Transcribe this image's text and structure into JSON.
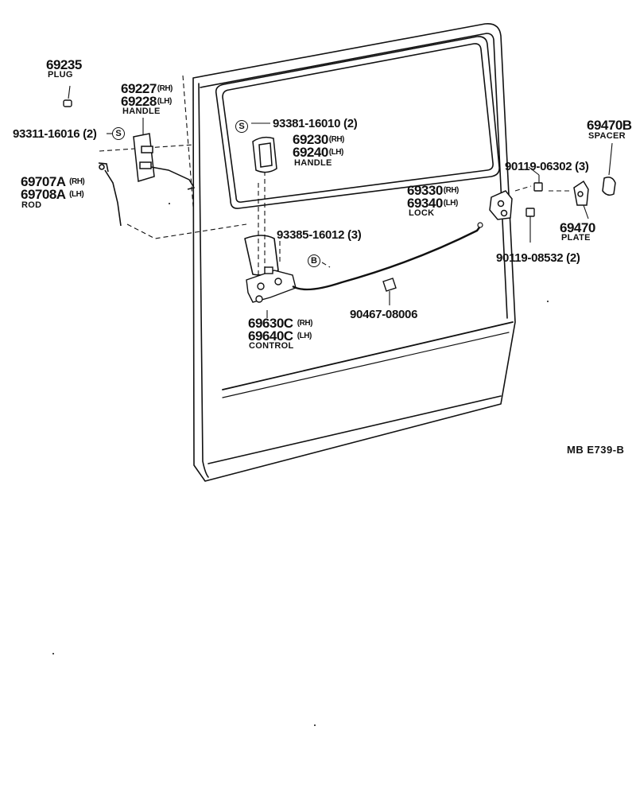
{
  "parts": {
    "plug": {
      "number": "69235",
      "name": "PLUG"
    },
    "handle_outer": {
      "rh": "69227",
      "lh": "69228",
      "name": "HANDLE"
    },
    "screw_handle": {
      "number": "93311-16016",
      "qty": "(2)",
      "mark": "S"
    },
    "rod": {
      "rh": "69707A",
      "lh": "69708A",
      "name": "ROD"
    },
    "screw_inner": {
      "number": "93381-16010",
      "qty": "(2)",
      "mark": "S"
    },
    "handle_inner": {
      "rh": "69230",
      "lh": "69240",
      "name": "HANDLE"
    },
    "spacer": {
      "number": "69470B",
      "name": "SPACER"
    },
    "bolt_lock": {
      "number": "90119-06302",
      "qty": "(3)"
    },
    "lock": {
      "rh": "69330",
      "lh": "69340",
      "name": "LOCK"
    },
    "plate": {
      "number": "69470",
      "name": "PLATE"
    },
    "bolt_plate": {
      "number": "90119-08532",
      "qty": "(2)"
    },
    "screw_control": {
      "number": "93385-16012",
      "qty": "(3)",
      "mark": "B"
    },
    "clip": {
      "number": "90467-08006"
    },
    "control": {
      "rh": "69630C",
      "lh": "69640C",
      "name": "CONTROL"
    }
  },
  "suffix": {
    "rh": "(RH)",
    "lh": "(LH)"
  },
  "drawing_code": "MB  E739-B"
}
